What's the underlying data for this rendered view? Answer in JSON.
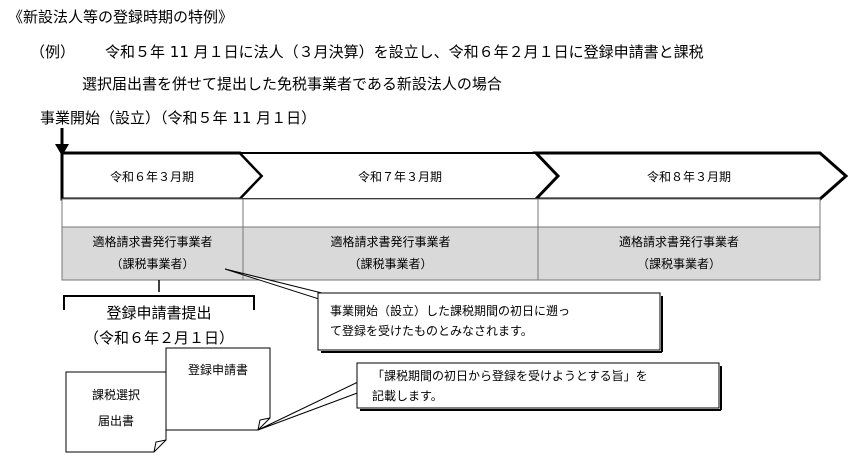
{
  "title": "《新設法人等の登録時期の特例》",
  "example": {
    "label": "（例）",
    "line1": "令和５年 11 月１日に法人（３月決算）を設立し、令和６年２月１日に登録申請書と課税",
    "line2": "選択届出書を併せて提出した免税事業者である新設法人の場合"
  },
  "business_start": "事業開始（設立）（令和５年 11 月１日）",
  "periods": [
    {
      "label": "令和６年３月期",
      "status_line1": "適格請求書発行事業者",
      "status_line2": "（課税事業者）"
    },
    {
      "label": "令和７年３月期",
      "status_line1": "適格請求書発行事業者",
      "status_line2": "（課税事業者）"
    },
    {
      "label": "令和８年３月期",
      "status_line1": "適格請求書発行事業者",
      "status_line2": "（課税事業者）"
    }
  ],
  "application": {
    "line1": "登録申請書提出",
    "line2": "（令和６年２月１日）"
  },
  "callout1": {
    "line1": "事業開始（設立）した課税期間の初日に遡っ",
    "line2": "て登録を受けたものとみなされます。"
  },
  "callout2": {
    "line1": "「課税期間の初日から登録を受けようとする旨」を",
    "line2": "記載します。"
  },
  "docs": {
    "front_line1": "課税選択",
    "front_line2": "届出書",
    "back": "登録申請書"
  },
  "colors": {
    "status_fill": "#d9d9d9",
    "line": "#000000"
  }
}
